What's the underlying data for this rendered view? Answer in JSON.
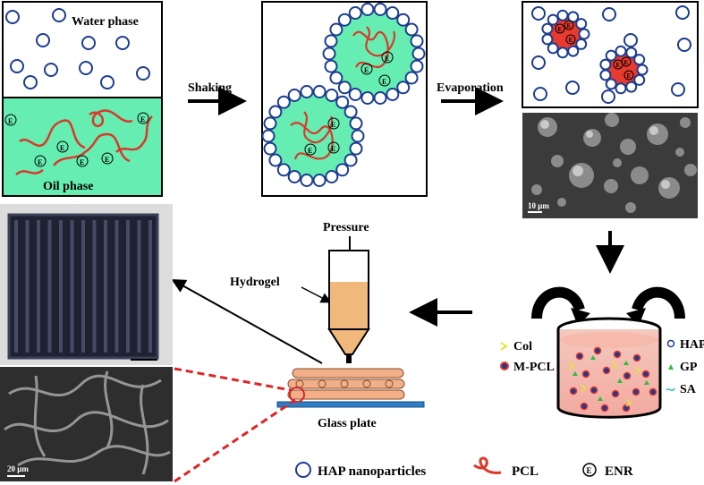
{
  "labels": {
    "water_phase": "Water phase",
    "oil_phase": "Oil phase",
    "shaking": "Shaking",
    "evaporation": "Evaporation",
    "pressure": "Pressure",
    "hydrogel": "Hydrogel",
    "glass_plate": "Glass plate",
    "enr_symbol": "E",
    "sem_scale_top": "10 μm",
    "sem_scale_bottom": "20 μm"
  },
  "mix_legend": {
    "left": [
      "Col",
      "M-PCL"
    ],
    "right": [
      "HAP",
      "GP",
      "SA"
    ]
  },
  "bottom_legend": {
    "hap": "HAP nanoparticles",
    "pcl": "PCL",
    "enr": "ENR"
  },
  "colors": {
    "oil": "#66EDB2",
    "pcl": "#D9382A",
    "hap": "#1C3D8F",
    "hydrogel": "#F0B97B",
    "filament": "#F2B089",
    "glass": "#2D7EC4",
    "dash": "#E02424"
  }
}
